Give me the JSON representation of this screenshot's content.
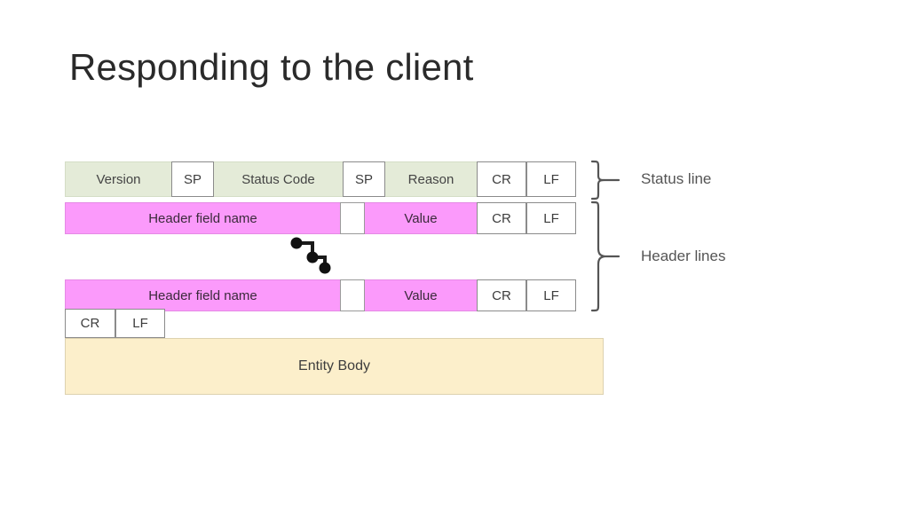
{
  "slide": {
    "title": "Responding to the client"
  },
  "diagram": {
    "name": "http-response-message-format",
    "status_line": {
      "cells": [
        {
          "label": "Version",
          "kind": "field"
        },
        {
          "label": "SP",
          "kind": "boxed"
        },
        {
          "label": "Status Code",
          "kind": "field"
        },
        {
          "label": "SP",
          "kind": "boxed"
        },
        {
          "label": "Reason",
          "kind": "field"
        },
        {
          "label": "CR",
          "kind": "boxed"
        },
        {
          "label": "LF",
          "kind": "boxed"
        }
      ]
    },
    "header_line_1": {
      "cells": [
        {
          "label": "Header field name",
          "kind": "field"
        },
        {
          "label": "",
          "kind": "blank"
        },
        {
          "label": "Value",
          "kind": "field"
        },
        {
          "label": "CR",
          "kind": "boxed"
        },
        {
          "label": "LF",
          "kind": "boxed"
        }
      ]
    },
    "header_line_2": {
      "cells": [
        {
          "label": "Header field name",
          "kind": "field"
        },
        {
          "label": "",
          "kind": "blank"
        },
        {
          "label": "Value",
          "kind": "field"
        },
        {
          "label": "CR",
          "kind": "boxed"
        },
        {
          "label": "LF",
          "kind": "boxed"
        }
      ]
    },
    "blank_line": {
      "cells": [
        {
          "label": "CR",
          "kind": "boxed"
        },
        {
          "label": "LF",
          "kind": "boxed"
        }
      ]
    },
    "entity_body": {
      "label": "Entity Body"
    },
    "ellipsis": {
      "name": "vertical-ellipsis-marker",
      "dot_count": 3
    },
    "annotations": {
      "status_line": "Status line",
      "header_lines": "Header lines"
    },
    "colors": {
      "status_line_bg": "#e4ebd8",
      "header_line_bg": "#fb9afb",
      "entity_body_bg": "#fcefcb",
      "box_border": "#8b8b8b",
      "text": "#3d3d3d",
      "annotation_text": "#545454",
      "title_text": "#2a2a2a"
    }
  }
}
